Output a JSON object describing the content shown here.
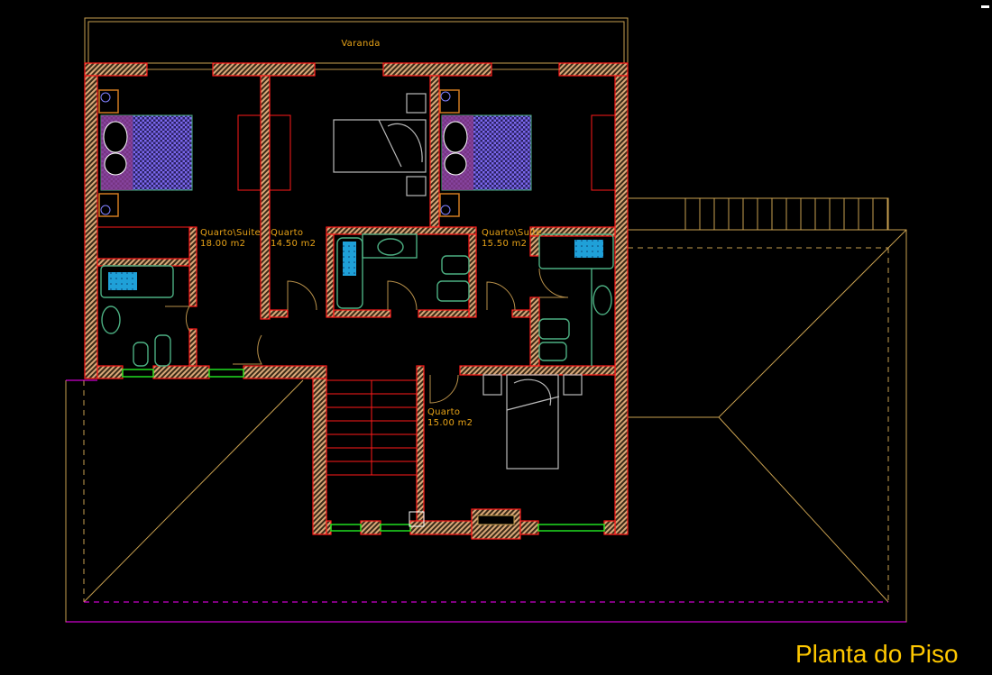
{
  "drawing": {
    "title": "Planta do Piso",
    "balcony_label": "Varanda",
    "rooms": [
      {
        "name": "Quarto\\Suite",
        "area": "18.00 m2"
      },
      {
        "name": "Quarto",
        "area": "14.50 m2"
      },
      {
        "name": "Quarto\\Suite",
        "area": "15.50 m2"
      },
      {
        "name": "Quarto",
        "area": "15.00 m2"
      }
    ],
    "colors": {
      "background": "#000000",
      "walls": "#ff1a1a",
      "hatch": "#d9a878",
      "roof_lines": "#c8a050",
      "fixtures": "#4caf82",
      "title": "#ffc800",
      "labels": "#e8a317",
      "roof_edge": "#ff00ff"
    }
  }
}
